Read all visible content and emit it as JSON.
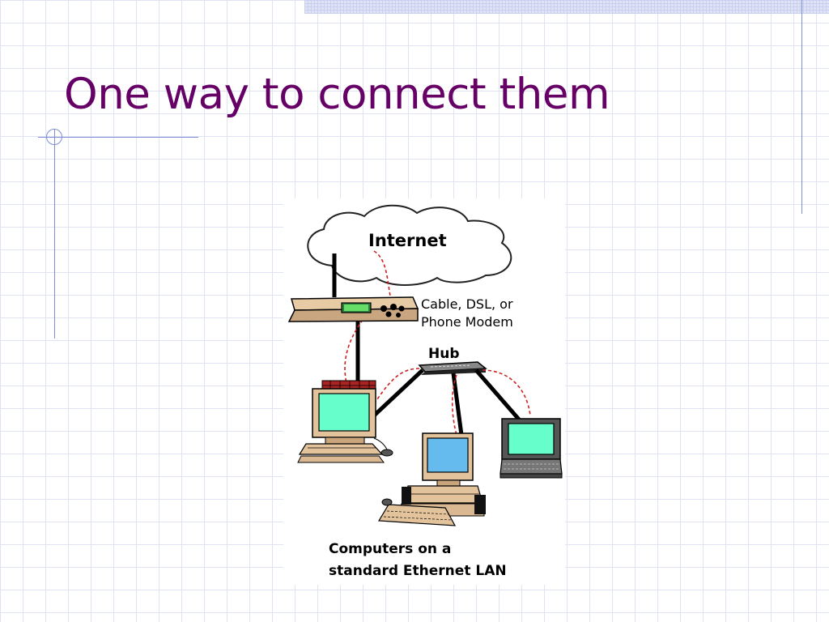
{
  "slide": {
    "title": "One way to connect them"
  },
  "diagram": {
    "cloud_label": "Internet",
    "modem_label_line1": "Cable, DSL, or",
    "modem_label_line2": "Phone Modem",
    "hub_label": "Hub",
    "lan_label_line1": "Computers on a",
    "lan_label_line2": "standard Ethernet LAN"
  },
  "colors": {
    "title": "#660066",
    "screen_green": "#66ffcc",
    "screen_blue": "#66bbee",
    "case_beige": "#d9b892",
    "cable_red": "#cc2222"
  }
}
